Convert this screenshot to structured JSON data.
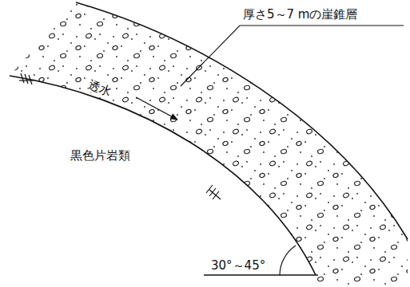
{
  "diagram": {
    "labels": [
      "厚さ5～7 mの崖錐層",
      "透水",
      "黒色片岩類",
      "30°～45°"
    ]
  }
}
